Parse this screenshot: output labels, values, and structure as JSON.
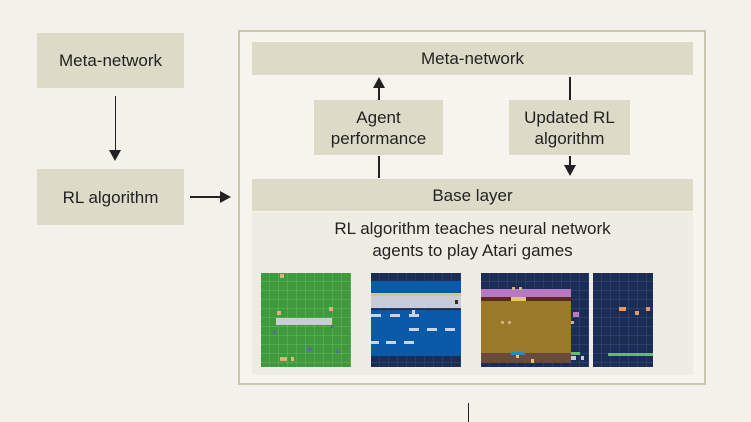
{
  "left_column": {
    "top_box": "Meta-network",
    "bottom_box": "RL algorithm"
  },
  "panel": {
    "meta_network": "Meta-network",
    "agent_performance_line1": "Agent",
    "agent_performance_line2": "performance",
    "updated_rl_line1": "Updated RL",
    "updated_rl_line2": "algorithm",
    "base_layer": "Base layer",
    "description_line1": "RL algorithm teaches neural network",
    "description_line2": "agents to play Atari games",
    "game_thumbnails": [
      "green-field-game",
      "blue-river-game",
      "brown-block-game",
      "dark-grid-game"
    ]
  },
  "colors": {
    "background": "#f3f1e9",
    "box_fill": "#dddbc8",
    "panel_border": "#c8c6ad",
    "arrow": "#222222"
  }
}
